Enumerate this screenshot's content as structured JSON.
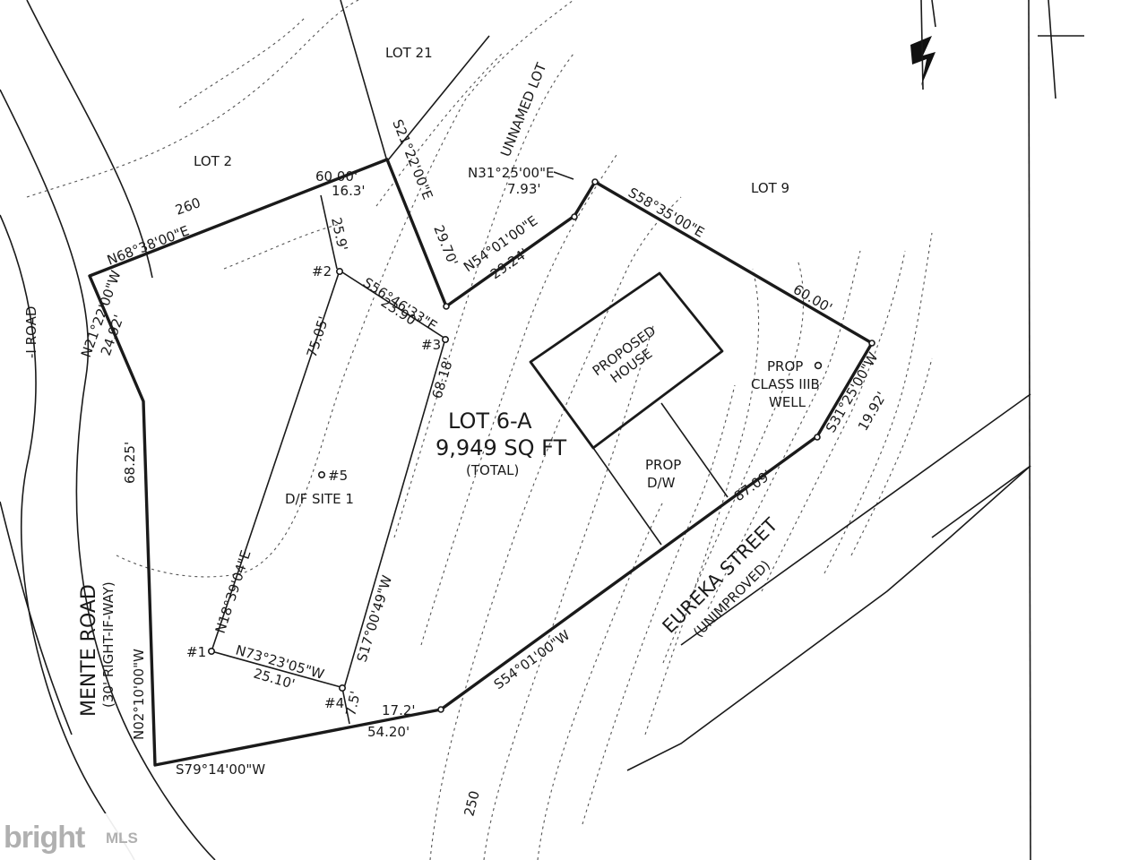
{
  "plat": {
    "lot_title": "LOT 6-A",
    "lot_area": "9,949 SQ FT",
    "lot_area_note": "(TOTAL)",
    "adjacent": {
      "lot21": "LOT 21",
      "lot2": "LOT 2",
      "unnamed": "UNNAMED LOT",
      "lot9": "LOT 9"
    },
    "roads": {
      "mente": "MENTE ROAD",
      "mente_row": "(30' RIGHT-IF-WAY)",
      "eureka": "EUREKA STREET",
      "eureka_note": "(UNIMPROVED)",
      "partial": "-I ROAD"
    },
    "features": {
      "house_line1": "PROPOSED",
      "house_line2": "HOUSE",
      "drive_line1": "PROP",
      "drive_line2": "D/W",
      "well_line1": "PROP",
      "well_line2": "CLASS IIIB",
      "well_line3": "WELL",
      "df_point": "#5",
      "df_site": "D/F SITE 1",
      "pt1": "#1",
      "pt2": "#2",
      "pt3": "#3",
      "pt4": "#4"
    },
    "contours": {
      "c260": "260",
      "c250": "250"
    },
    "bearings": {
      "north_west": "N68°38'00\"E",
      "nw_corner": "60.00'",
      "nw_sub": "16.3'",
      "off_259": "25.9'",
      "lot21_line": "S21°22'00\"E",
      "lot21_dist": "29.70'",
      "short_bearing": "N31°25'00\"E",
      "short_dist": "7.93'",
      "ne_bearing": "N54°01'00\"E",
      "ne_dist": "29.24'",
      "top_east": "S58°35'00\"E",
      "top_east_dist": "60.00'",
      "east_bearing": "S31°25'00\"W",
      "east_dist": "19.92'",
      "se_dist": "87.09'",
      "south_bearing": "S54°01'00\"W",
      "bottom_bearing": "S79°14'00\"W",
      "bottom_dist": "54.20'",
      "bottom_sub": "17.2'",
      "west_bearing": "N02°10'00\"W",
      "west_dist": "68.25'",
      "nw_bearing": "N21°22'00\"W",
      "nw_dist": "24.92'",
      "df_n": "N18°39'04\"E",
      "df_n_dist": "75.05'",
      "df_ne": "S56°46'33\"E",
      "df_ne_dist": "23.90'",
      "df_e": "S17°00'49\"W",
      "df_e_dist": "68.18'",
      "df_s": "N73°23'05\"W",
      "df_s_dist": "25.10'",
      "df_off": "7.5'"
    }
  },
  "watermark": {
    "brand": "bright",
    "suffix": "MLS"
  }
}
